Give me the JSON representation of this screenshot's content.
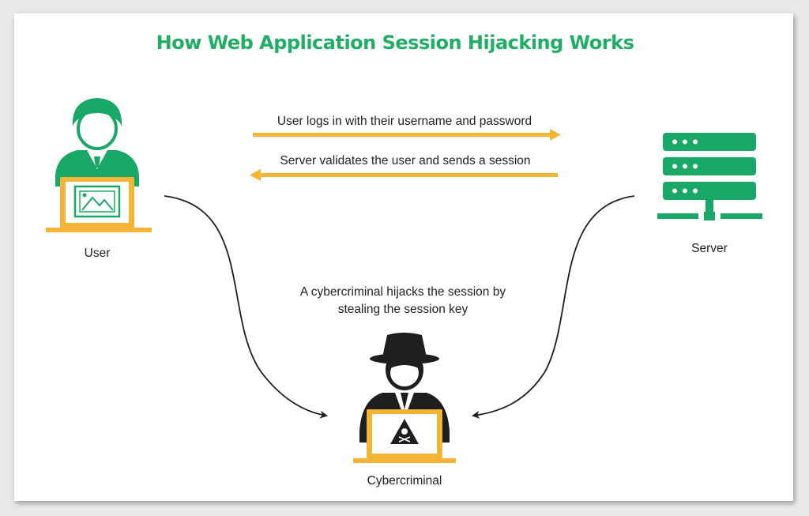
{
  "title": "How Web Application Session Hijacking Works",
  "actors": {
    "user": "User",
    "server": "Server",
    "cybercriminal": "Cybercriminal"
  },
  "arrows": {
    "login": "User logs in with their username and password",
    "session": "Server validates the user and sends a session"
  },
  "hijack_text_line1": "A cybercriminal hijacks the session by",
  "hijack_text_line2": "stealing the session key",
  "colors": {
    "title": "#1fae63",
    "icon_green": "#1aa866",
    "arrow_orange": "#f3b535",
    "dark": "#1e1e1e"
  }
}
